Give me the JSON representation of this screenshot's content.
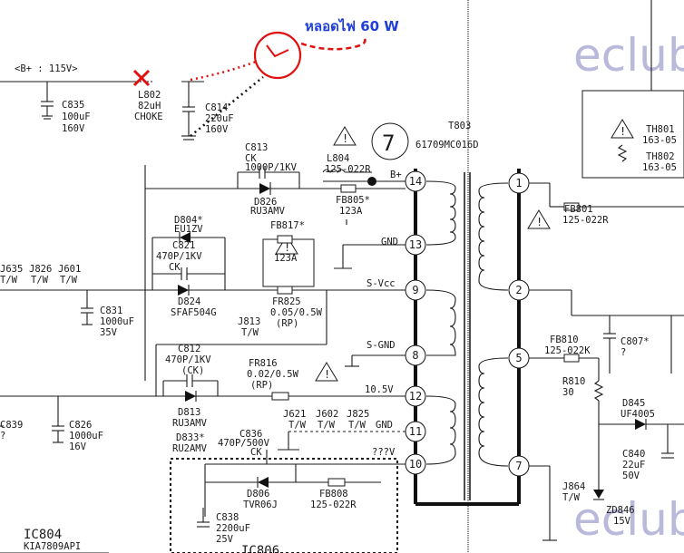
{
  "annotation": "หลอดไฟ 60 W",
  "watermarks": [
    "eclub",
    "eclub"
  ],
  "supply_label": "<B+ : 115V>",
  "transformer": {
    "ref": "T803",
    "part": "61709MC016D",
    "section_number": "7"
  },
  "pins": [
    "14",
    "13",
    "9",
    "8",
    "12",
    "11",
    "10",
    "1",
    "2",
    "5",
    "7"
  ],
  "pin_labels": {
    "b_plus": "B+",
    "gnd": "GND",
    "s_vcc": "S-Vcc",
    "s_gnd": "S-GND",
    "v10_5": "10.5V",
    "gnd2": "GND",
    "unknown_v": "???V"
  },
  "components": {
    "l802": [
      "L802",
      "82uH",
      "CHOKE"
    ],
    "c835": [
      "C835",
      "100uF",
      "160V"
    ],
    "c814": [
      "C814",
      "220uF",
      "160V"
    ],
    "c813": [
      "C813",
      "CK",
      "1000P/1KV"
    ],
    "d826": [
      "D826",
      "RU3AMV"
    ],
    "l804": [
      "L804",
      "125-022R"
    ],
    "fb805": [
      "FB805*",
      "123A"
    ],
    "d804": [
      "D804*",
      "EU1ZV"
    ],
    "c821": [
      "C821",
      "470P/1KV",
      "CK"
    ],
    "fb817": [
      "FB817*",
      "123A"
    ],
    "d824": [
      "D824",
      "SFAF504G"
    ],
    "fr825": [
      "FR825",
      "0.05/0.5W",
      "(RP)"
    ],
    "jumpers_left": [
      "J635",
      "J826",
      "J601"
    ],
    "tw_left": [
      "T/W",
      "T/W",
      "T/W"
    ],
    "c831": [
      "C831",
      "1000uF",
      "35V"
    ],
    "j813": [
      "J813",
      "T/W"
    ],
    "c812": [
      "C812",
      "470P/1KV",
      "(CK)"
    ],
    "fr816": [
      "FR816",
      "0.02/0.5W",
      "(RP)"
    ],
    "d813": [
      "D813",
      "RU3AMV"
    ],
    "c839": [
      "C839",
      "?"
    ],
    "c826": [
      "C826",
      "1000uF",
      "16V"
    ],
    "d833": [
      "D833*",
      "RU2AMV"
    ],
    "c836": [
      "C836",
      "470P/500V",
      "CK"
    ],
    "jumpers_mid": [
      "J621",
      "J602",
      "J825"
    ],
    "tw_mid": [
      "T/W",
      "T/W",
      "T/W"
    ],
    "d806": [
      "D806",
      "TVR06J"
    ],
    "fb808": [
      "FB808",
      "125-022R"
    ],
    "c838": [
      "C838",
      "2200uF",
      "25V"
    ],
    "ic804": [
      "IC804",
      "KIA7809API"
    ],
    "ic806": "IC806",
    "th801": [
      "TH801",
      "163-05"
    ],
    "th802": [
      "TH802",
      "163-05"
    ],
    "fb801": [
      "FB801",
      "125-022R"
    ],
    "fb810": [
      "FB810",
      "125-022K"
    ],
    "c807": [
      "C807*",
      "?"
    ],
    "r810": [
      "R810",
      "30"
    ],
    "d845": [
      "D845",
      "UF4005"
    ],
    "c840": [
      "C840",
      "22uF",
      "50V"
    ],
    "j864": [
      "J864",
      "T/W"
    ],
    "zd846": [
      "ZD846",
      "15V"
    ]
  }
}
